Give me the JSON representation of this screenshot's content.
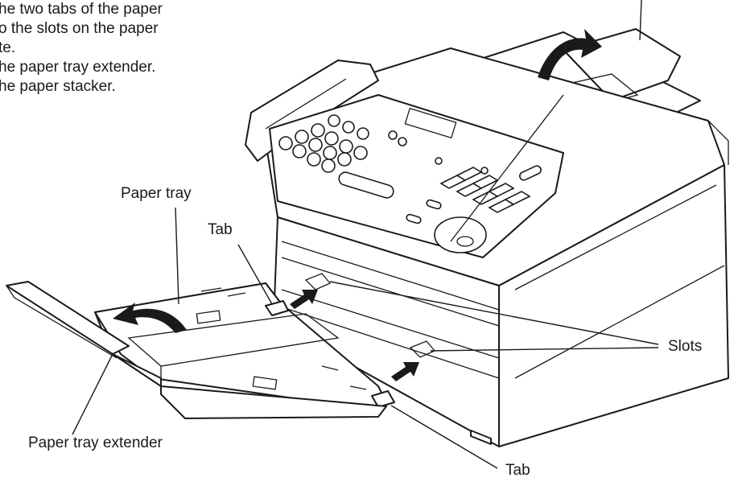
{
  "instructions": [
    "he two tabs of the paper",
    "o the slots on the paper",
    "te.",
    "he paper tray extender.",
    "he paper stacker."
  ],
  "labels": {
    "paper_tray": "Paper tray",
    "tab_top": "Tab",
    "tab_bottom": "Tab",
    "slots": "Slots",
    "paper_tray_extender": "Paper tray extender"
  },
  "colors": {
    "line": "#1a1a1a",
    "background": "#ffffff"
  }
}
